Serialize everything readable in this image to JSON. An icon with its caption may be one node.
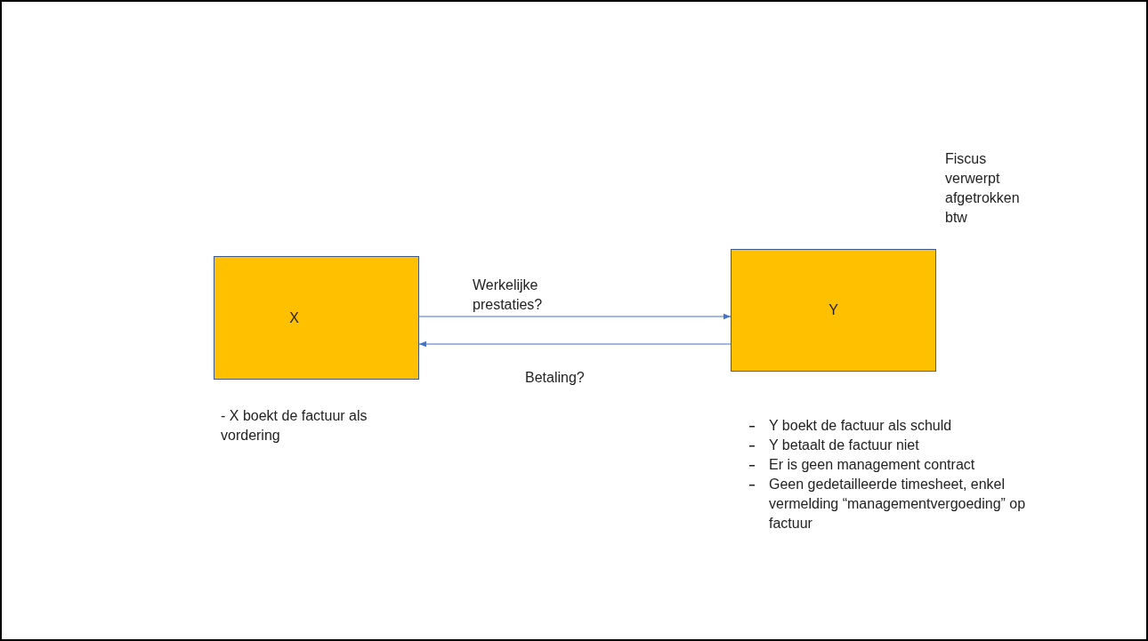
{
  "diagram": {
    "nodes": [
      {
        "text": [
          "X"
        ],
        "beside": [
          "- X boekt de factuur als vordering"
        ]
      },
      {
        "text": [
          "Y"
        ],
        "beside": [
          "Y boekt de factuur als schuld",
          "Y betaalt de factuur niet",
          "Er is geen management contract",
          "Geen gedetailleerde timesheet, enkel vermelding “managementvergoeding” op factuur"
        ]
      }
    ],
    "edges": [
      {
        "from": 0,
        "to": 1,
        "arrow": "to",
        "label": "Werkelijke prestaties?"
      },
      {
        "from": 1,
        "to": 0,
        "arrow": "to",
        "label": "Betaling?"
      }
    ],
    "labels": [
      "Fiscus verwerpt afgetrokken btw"
    ]
  }
}
